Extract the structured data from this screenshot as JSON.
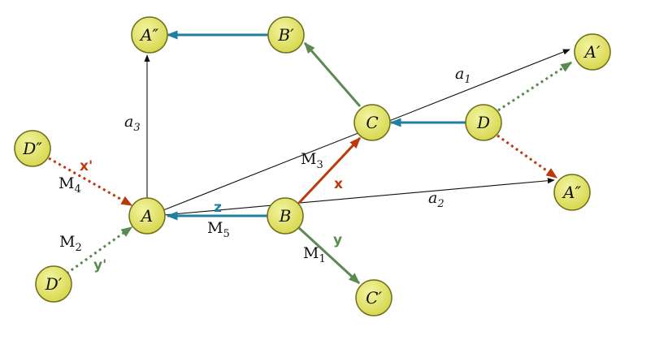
{
  "colors": {
    "node_fill": "#e4e56a",
    "node_stroke": "#6f6f1e",
    "black": "#111111",
    "blue": "#1f7fa3",
    "green": "#5b8a50",
    "red": "#bb3a0c"
  },
  "nodes": {
    "A": {
      "base": "A",
      "prime": ""
    },
    "App_top": {
      "base": "A",
      "prime": "″"
    },
    "Bp": {
      "base": "B",
      "prime": "′"
    },
    "Ap": {
      "base": "A",
      "prime": "′"
    },
    "C": {
      "base": "C",
      "prime": ""
    },
    "D": {
      "base": "D",
      "prime": ""
    },
    "App_right": {
      "base": "A",
      "prime": "″"
    },
    "B": {
      "base": "B",
      "prime": ""
    },
    "Cp": {
      "base": "C",
      "prime": "′"
    },
    "Dpp": {
      "base": "D",
      "prime": "″"
    },
    "Dp": {
      "base": "D",
      "prime": "′"
    }
  },
  "labels": {
    "a1": {
      "base": "a",
      "sub": "1"
    },
    "a2": {
      "base": "a",
      "sub": "2"
    },
    "a3": {
      "base": "a",
      "sub": "3"
    },
    "M1": {
      "base": "M",
      "sub": "1"
    },
    "M2": {
      "base": "M",
      "sub": "2"
    },
    "M3": {
      "base": "M",
      "sub": "3"
    },
    "M4": {
      "base": "M",
      "sub": "4"
    },
    "M5": {
      "base": "M",
      "sub": "5"
    },
    "x": "x",
    "y": "y",
    "z": "z",
    "xp": "x'",
    "yp": "y'"
  }
}
